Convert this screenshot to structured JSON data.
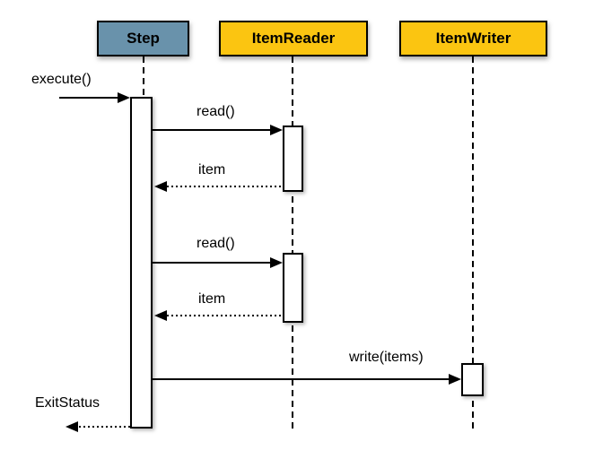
{
  "diagram": {
    "type": "uml-sequence-diagram",
    "colors": {
      "step_fill": "#6992ab",
      "actor_fill": "#fbc511",
      "line": "#000000",
      "border": "#000000",
      "text": "#000000",
      "background": "#ffffff"
    },
    "participants": [
      {
        "id": "step",
        "label": "Step"
      },
      {
        "id": "item-reader",
        "label": "ItemReader"
      },
      {
        "id": "item-writer",
        "label": "ItemWriter"
      }
    ],
    "messages": [
      {
        "id": "execute",
        "label": "execute()",
        "from": "caller",
        "to": "step",
        "style": "solid",
        "direction": "right"
      },
      {
        "id": "read-1",
        "label": "read()",
        "from": "step",
        "to": "item-reader",
        "style": "solid",
        "direction": "right"
      },
      {
        "id": "item-1",
        "label": "item",
        "from": "item-reader",
        "to": "step",
        "style": "dotted",
        "direction": "left"
      },
      {
        "id": "read-2",
        "label": "read()",
        "from": "step",
        "to": "item-reader",
        "style": "solid",
        "direction": "right"
      },
      {
        "id": "item-2",
        "label": "item",
        "from": "item-reader",
        "to": "step",
        "style": "dotted",
        "direction": "left"
      },
      {
        "id": "write",
        "label": "write(items)",
        "from": "step",
        "to": "item-writer",
        "style": "solid",
        "direction": "right"
      },
      {
        "id": "exit-status",
        "label": "ExitStatus",
        "from": "step",
        "to": "caller",
        "style": "dotted",
        "direction": "left"
      }
    ]
  }
}
